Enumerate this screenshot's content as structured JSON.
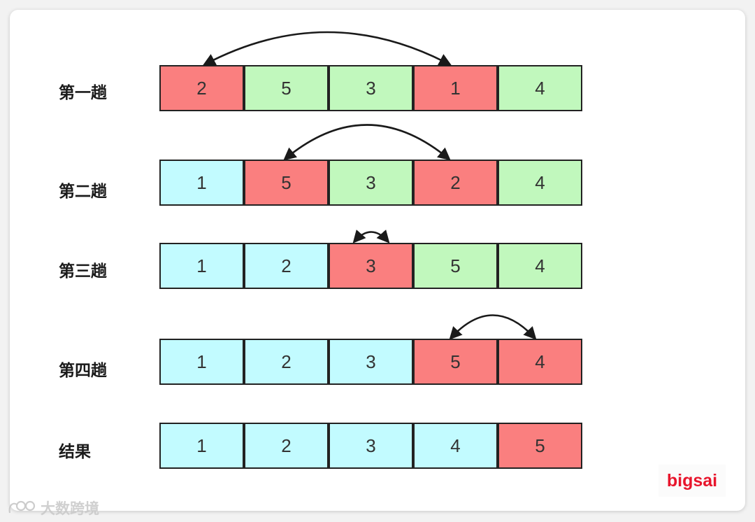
{
  "passes": [
    {
      "label": "第一趟",
      "cells": [
        {
          "value": "2",
          "state": "swap"
        },
        {
          "value": "5",
          "state": "todo"
        },
        {
          "value": "3",
          "state": "todo"
        },
        {
          "value": "1",
          "state": "swap"
        },
        {
          "value": "4",
          "state": "todo"
        }
      ]
    },
    {
      "label": "第二趟",
      "cells": [
        {
          "value": "1",
          "state": "done"
        },
        {
          "value": "5",
          "state": "swap"
        },
        {
          "value": "3",
          "state": "todo"
        },
        {
          "value": "2",
          "state": "swap"
        },
        {
          "value": "4",
          "state": "todo"
        }
      ]
    },
    {
      "label": "第三趟",
      "cells": [
        {
          "value": "1",
          "state": "done"
        },
        {
          "value": "2",
          "state": "done"
        },
        {
          "value": "3",
          "state": "swap"
        },
        {
          "value": "5",
          "state": "todo"
        },
        {
          "value": "4",
          "state": "todo"
        }
      ]
    },
    {
      "label": "第四趟",
      "cells": [
        {
          "value": "1",
          "state": "done"
        },
        {
          "value": "2",
          "state": "done"
        },
        {
          "value": "3",
          "state": "done"
        },
        {
          "value": "5",
          "state": "swap"
        },
        {
          "value": "4",
          "state": "swap"
        }
      ]
    },
    {
      "label": "结果",
      "cells": [
        {
          "value": "1",
          "state": "done"
        },
        {
          "value": "2",
          "state": "done"
        },
        {
          "value": "3",
          "state": "done"
        },
        {
          "value": "4",
          "state": "done"
        },
        {
          "value": "5",
          "state": "swap"
        }
      ]
    }
  ],
  "brand": "bigsai",
  "watermark": "大数跨境",
  "colors": {
    "swap": "#fa7f7f",
    "unsorted": "#c1f8bd",
    "sorted": "#c2fbff",
    "brand": "#e8152c"
  }
}
